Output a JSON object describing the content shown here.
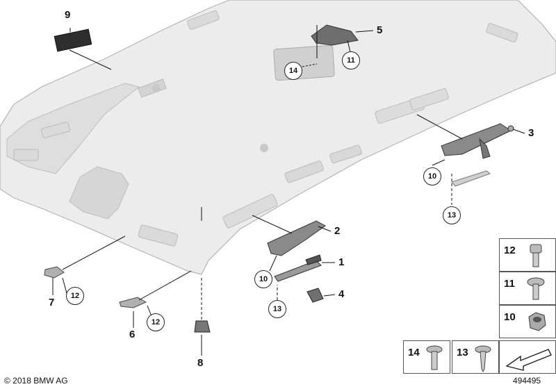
{
  "callouts": {
    "p1": "1",
    "p2": "2",
    "p3": "3",
    "p4": "4",
    "p5": "5",
    "p6": "6",
    "p7": "7",
    "p8": "8",
    "p9": "9"
  },
  "circles": {
    "c10_left": "10",
    "c10_right": "10",
    "c11_top": "11",
    "c12_left": "12",
    "c12_mid": "12",
    "c13_left": "13",
    "c13_right": "13",
    "c14_top": "14"
  },
  "legend": {
    "n12": "12",
    "n11": "11",
    "n10": "10",
    "n14": "14",
    "n13": "13"
  },
  "footer": {
    "copyright": "© 2018 BMW AG",
    "doc_number": "494495"
  }
}
